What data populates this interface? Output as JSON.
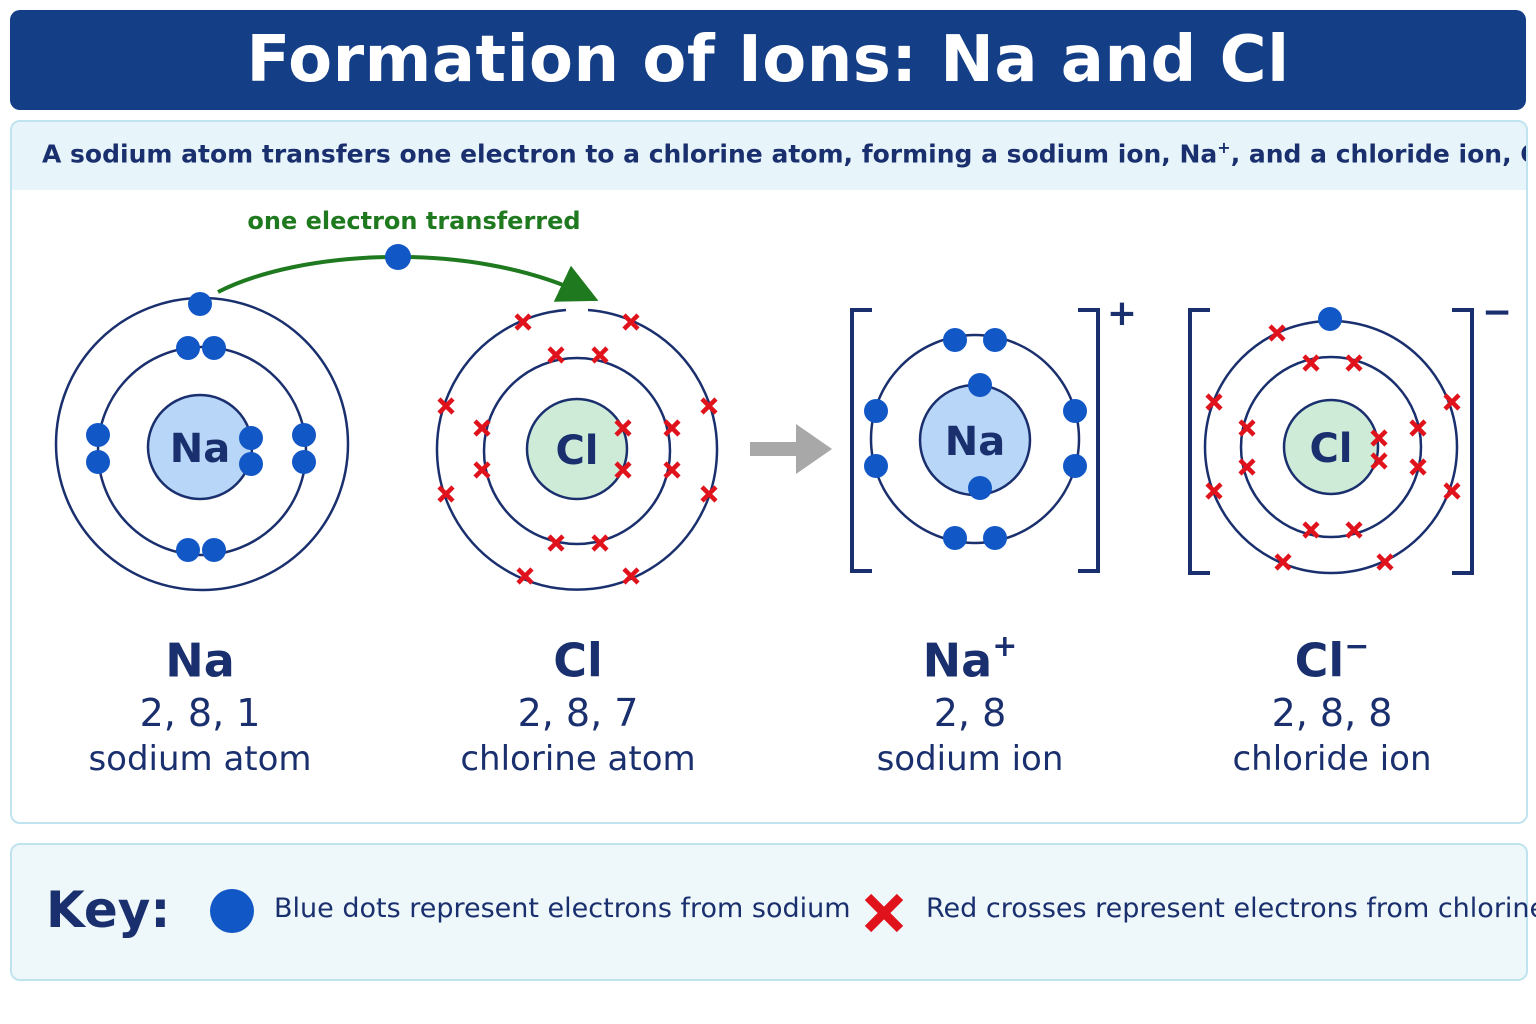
{
  "title": "Formation of Ions: Na and Cl",
  "subtitle": {
    "part1": "A sodium atom transfers one electron to a chlorine atom, forming a sodium ion, Na",
    "sup1": "+",
    "part2": ", and a chloride ion, Cl",
    "sup2": "−",
    "part3": "."
  },
  "transfer_label": "one electron transferred",
  "species": [
    {
      "symbol": "Na",
      "charge": "",
      "config": "2, 8, 1",
      "name": "sodium atom",
      "nucleus": "Na"
    },
    {
      "symbol": "Cl",
      "charge": "",
      "config": "2, 8, 7",
      "name": "chlorine atom",
      "nucleus": "Cl"
    },
    {
      "symbol": "Na",
      "charge": "+",
      "config": "2, 8",
      "name": "sodium ion",
      "nucleus": "Na"
    },
    {
      "symbol": "Cl",
      "charge": "−",
      "config": "2, 8, 8",
      "name": "chloride ion",
      "nucleus": "Cl"
    }
  ],
  "bracket_charges": {
    "sodium_ion": "+",
    "chloride_ion": "−"
  },
  "key": {
    "title": "Key:",
    "dot_text": "Blue dots represent electrons from sodium",
    "cross_text": "Red crosses represent electrons from chlorine"
  },
  "colors": {
    "banner": "#143f87",
    "text": "#1a2f6e",
    "electron_dot": "#1257c6",
    "electron_cross": "#e0121c",
    "arrow_green": "#1f7a1f",
    "na_nucleus": "#b8d6f7",
    "cl_nucleus": "#cdebd7"
  }
}
